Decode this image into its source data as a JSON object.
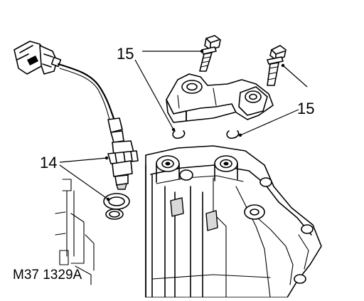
{
  "callouts": {
    "left_bracket": "15",
    "right_bracket": "15",
    "sensor": "14"
  },
  "figure_ref": "M37 1329A"
}
